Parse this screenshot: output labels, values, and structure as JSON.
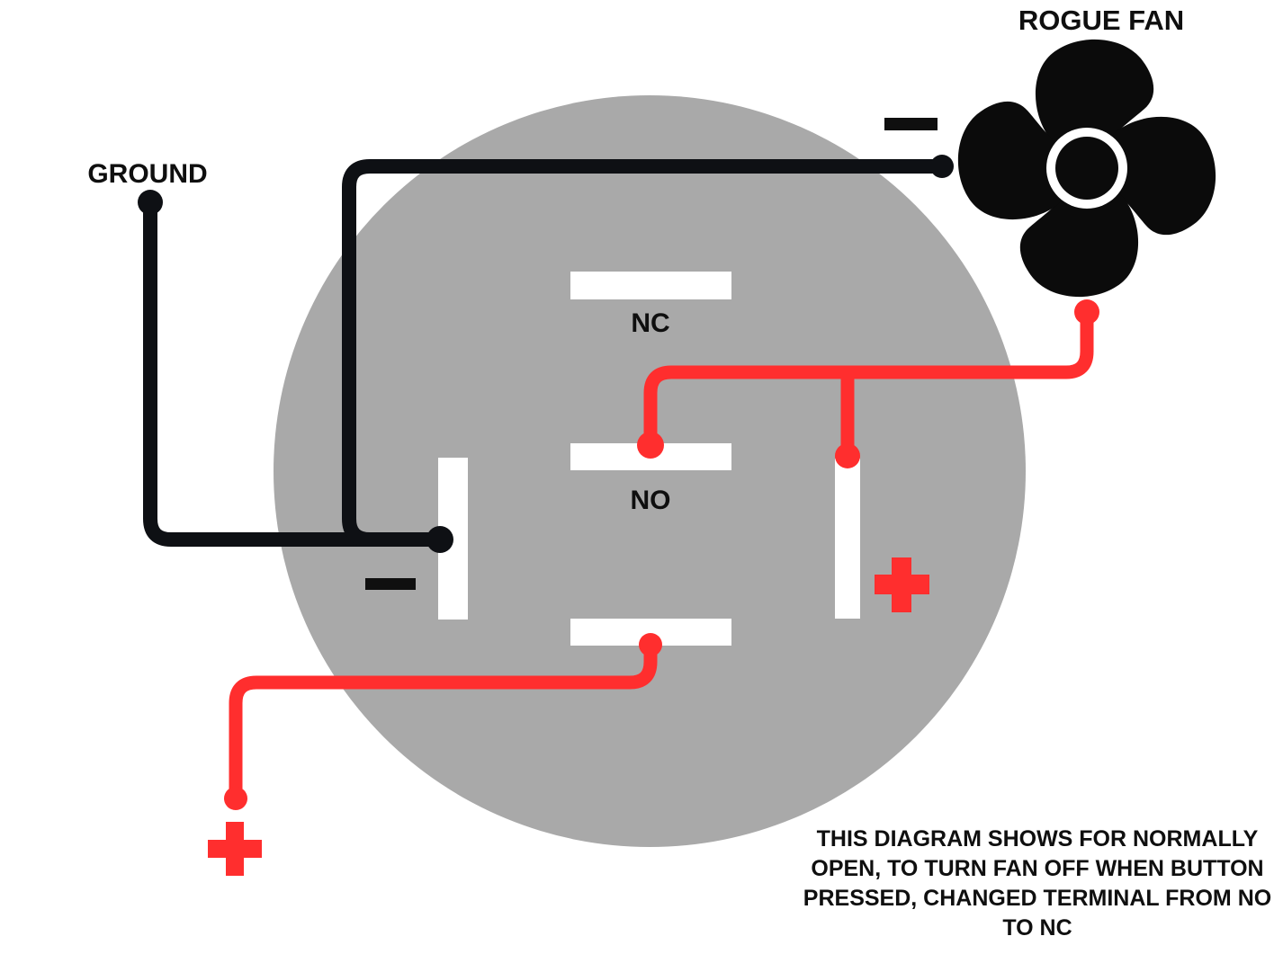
{
  "labels": {
    "ground": "GROUND",
    "fan": "ROGUE FAN"
  },
  "terminals": {
    "nc": "NC",
    "no": "NO"
  },
  "polarity": {
    "negative": "−",
    "positive": "+"
  },
  "note": {
    "lines": [
      "THIS DIAGRAM SHOWS FOR NORMALLY",
      "OPEN, TO TURN FAN OFF WHEN BUTTON",
      "PRESSED, CHANGED TERMINAL FROM NO",
      "TO NC"
    ]
  },
  "icons": {
    "fan": "4-blade-fan",
    "minus": "−",
    "plus": "+",
    "connection_dot": "●"
  },
  "colors": {
    "background": "#ffffff",
    "switch_body": "#a9a9a9",
    "terminal": "#ffffff",
    "wire_negative": "#0e1014",
    "wire_positive": "#ff2e2e",
    "text": "#0f0f0f"
  }
}
